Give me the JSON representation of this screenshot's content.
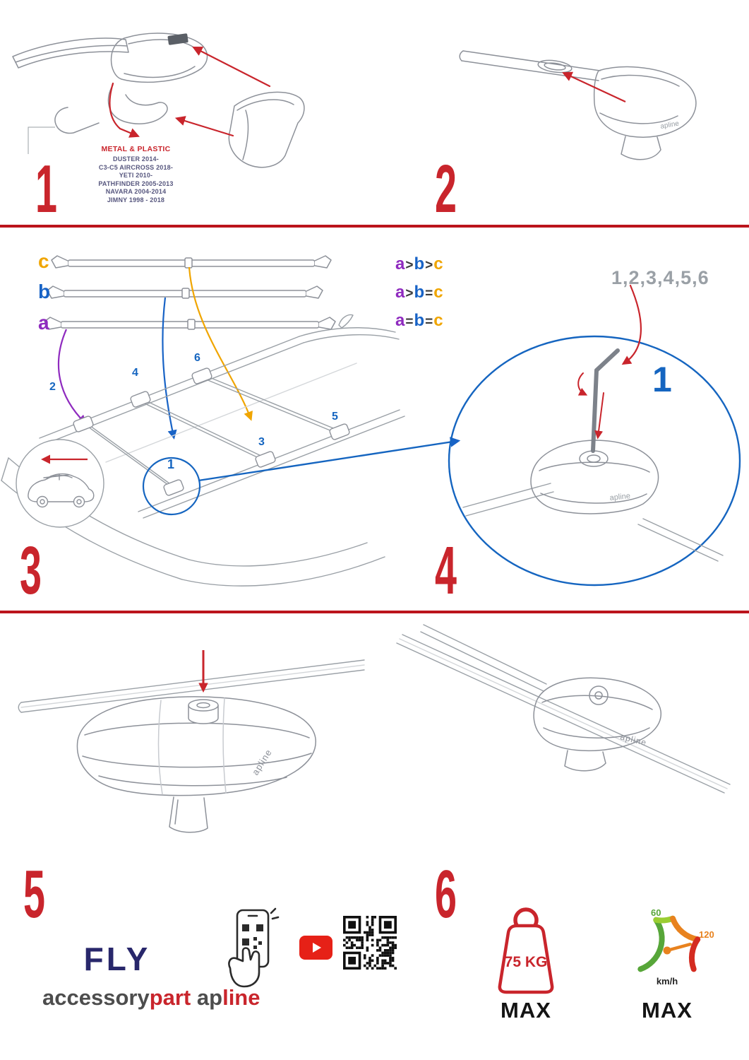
{
  "brand": {
    "logo_text": "apline",
    "product_name": "FLY",
    "name_part1": "accessory",
    "name_part2": "part",
    "name_part3": "ap",
    "name_part4": "line"
  },
  "steps": {
    "s1": {
      "number": "1",
      "material": "METAL & PLASTIC",
      "vehicles": [
        "DUSTER 2014-",
        "C3-C5 AIRCROSS 2018-",
        "YETI 2010-",
        "PATHFINDER 2005-2013",
        "NAVARA 2004-2014",
        "JIMNY 1998 - 2018"
      ]
    },
    "s2": {
      "number": "2"
    },
    "s3": {
      "number": "3",
      "bar_labels": [
        "c",
        "b",
        "a"
      ],
      "rules": [
        {
          "l1": "a",
          "op1": ">",
          "l2": "b",
          "op2": ">",
          "l3": "c"
        },
        {
          "l1": "a",
          "op1": ">",
          "l2": "b",
          "op2": "=",
          "l3": "c"
        },
        {
          "l1": "a",
          "op1": "=",
          "l2": "b",
          "op2": "=",
          "l3": "c"
        }
      ],
      "positions": {
        "p1": "1",
        "p2": "2",
        "p3": "3",
        "p4": "4",
        "p5": "5",
        "p6": "6"
      }
    },
    "s4": {
      "number": "4",
      "sequence": "1,2,3,4,5,6",
      "highlight": "1"
    },
    "s5": {
      "number": "5"
    },
    "s6": {
      "number": "6"
    }
  },
  "limits": {
    "weight": "75 KG",
    "weight_max": "MAX",
    "speed_low": "60",
    "speed_high": "120",
    "speed_unit": "km/h",
    "speed_max": "MAX"
  },
  "colors": {
    "accent_red": "#c9252c",
    "blue": "#1565c0",
    "purple": "#8f2bbf",
    "orange": "#f0a500",
    "navy": "#28276b",
    "youtube_red": "#e62117",
    "gauge_green": "#57a639"
  }
}
